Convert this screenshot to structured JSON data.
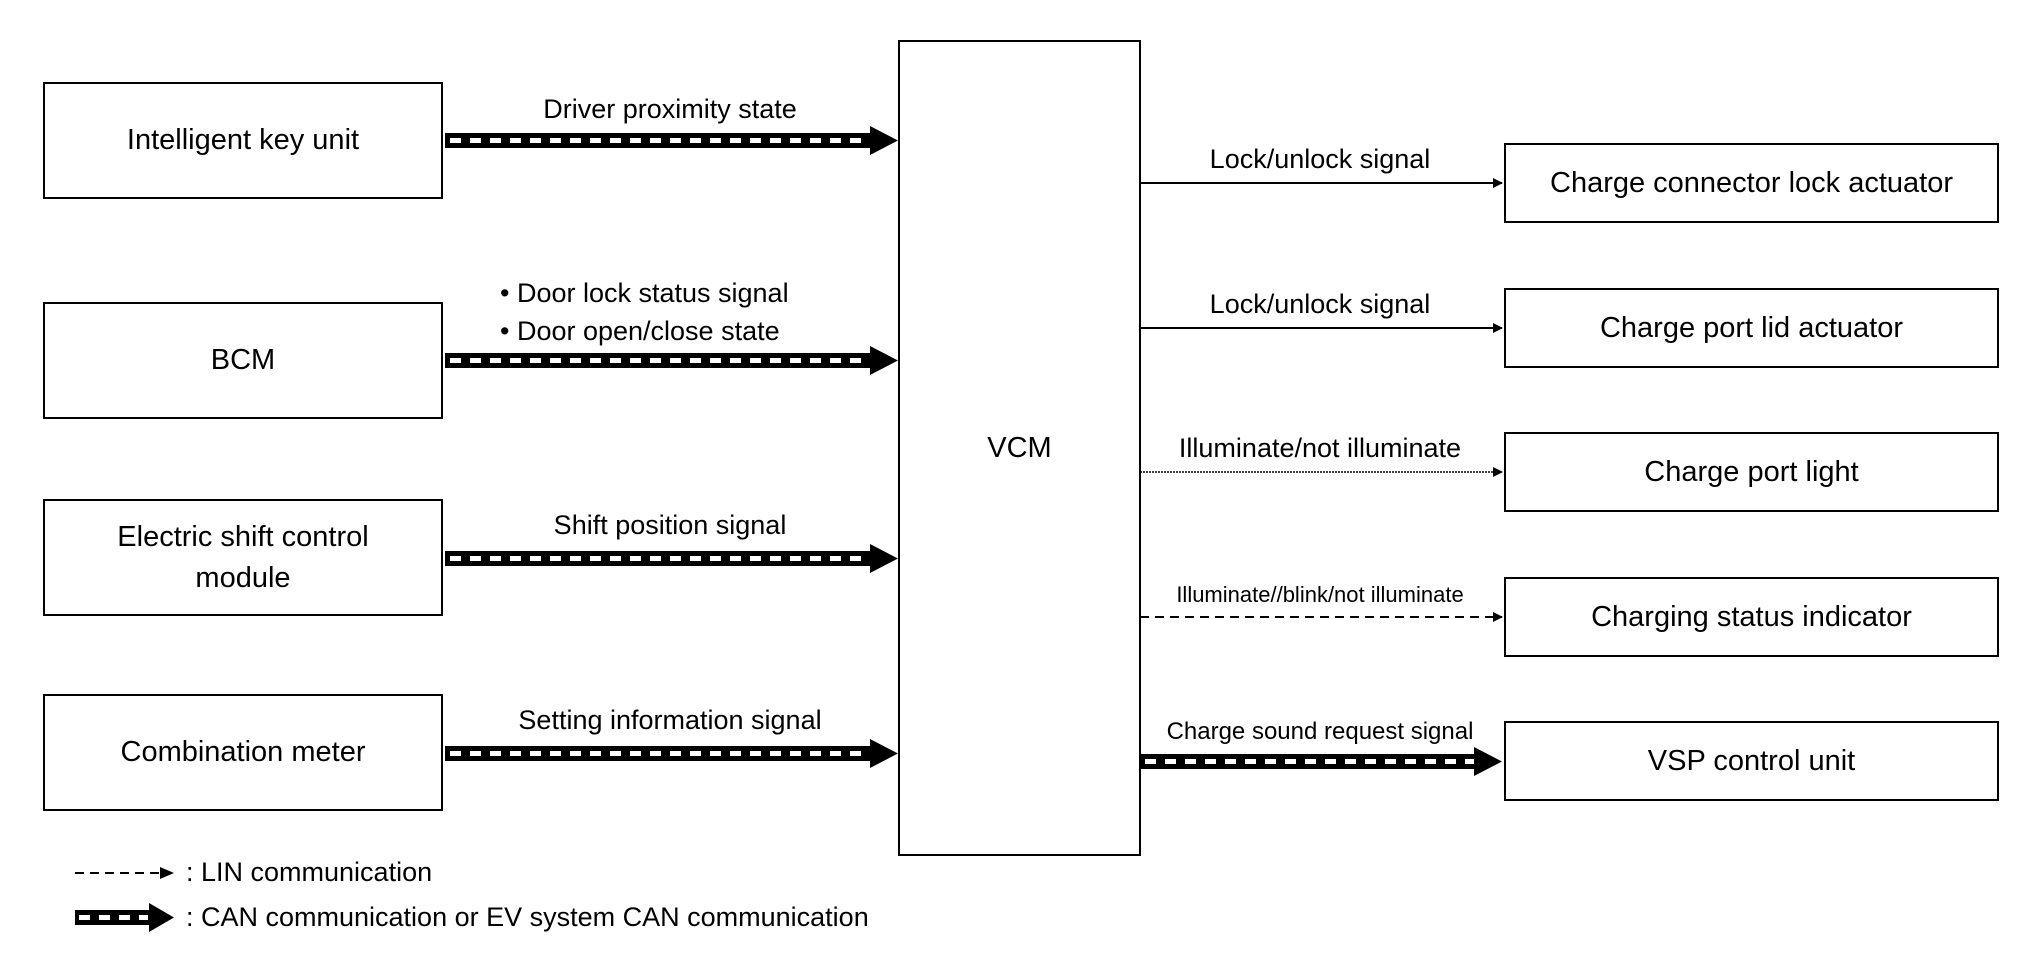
{
  "central": {
    "label": "VCM"
  },
  "inputs": [
    {
      "label": "Intelligent key unit",
      "signal": "Driver proximity state"
    },
    {
      "label": "BCM",
      "signal_lines": [
        "• Door lock status signal",
        "• Door open/close state"
      ]
    },
    {
      "label_lines": [
        "Electric shift control",
        "module"
      ],
      "signal": "Shift position signal"
    },
    {
      "label": "Combination meter",
      "signal": "Setting information signal"
    }
  ],
  "outputs": [
    {
      "label": "Charge connector lock actuator",
      "signal": "Lock/unlock signal",
      "line": "solid"
    },
    {
      "label": "Charge port lid actuator",
      "signal": "Lock/unlock signal",
      "line": "solid"
    },
    {
      "label": "Charge port light",
      "signal": "Illuminate/not illuminate",
      "line": "solid-thin"
    },
    {
      "label": "Charging status indicator",
      "signal": "Illuminate//blink/not illuminate",
      "line": "dashed"
    },
    {
      "label": "VSP control unit",
      "signal": "Charge sound request signal",
      "line": "can"
    }
  ],
  "legend": [
    {
      "symbol": "dashed-arrow-icon",
      "text": ": LIN communication"
    },
    {
      "symbol": "can-arrow-icon",
      "text": ": CAN communication or EV system CAN communication"
    }
  ]
}
